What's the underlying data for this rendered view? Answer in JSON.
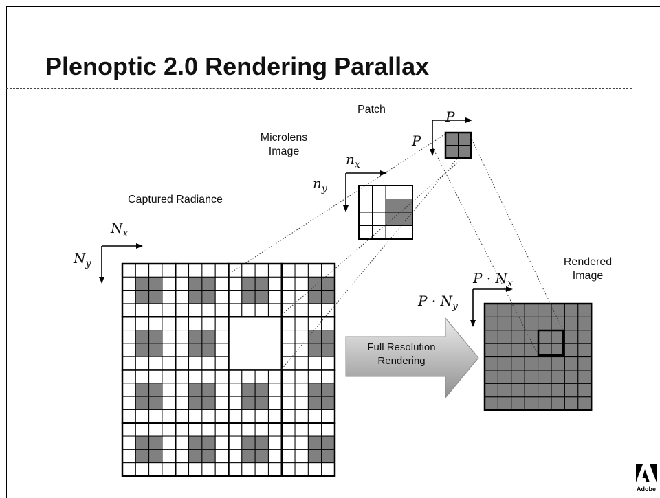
{
  "title": "Plenoptic 2.0 Rendering Parallax",
  "labels": {
    "patch": "Patch",
    "microlens_line1": "Microlens",
    "microlens_line2": "Image",
    "captured": "Captured Radiance",
    "rendered_line1": "Rendered",
    "rendered_line2": "Image",
    "arrow_line1": "Full Resolution",
    "arrow_line2": "Rendering"
  },
  "math": {
    "P_base": "P",
    "n_base": "n",
    "N_base": "N",
    "sub_x": "x",
    "sub_y": "y",
    "P_dot_N": "P · N"
  },
  "logo": {
    "brand": "Adobe"
  },
  "colors": {
    "fill": "#808080",
    "line": "#000000",
    "arrow_light": "#ebebeb",
    "arrow_dark": "#909090"
  }
}
